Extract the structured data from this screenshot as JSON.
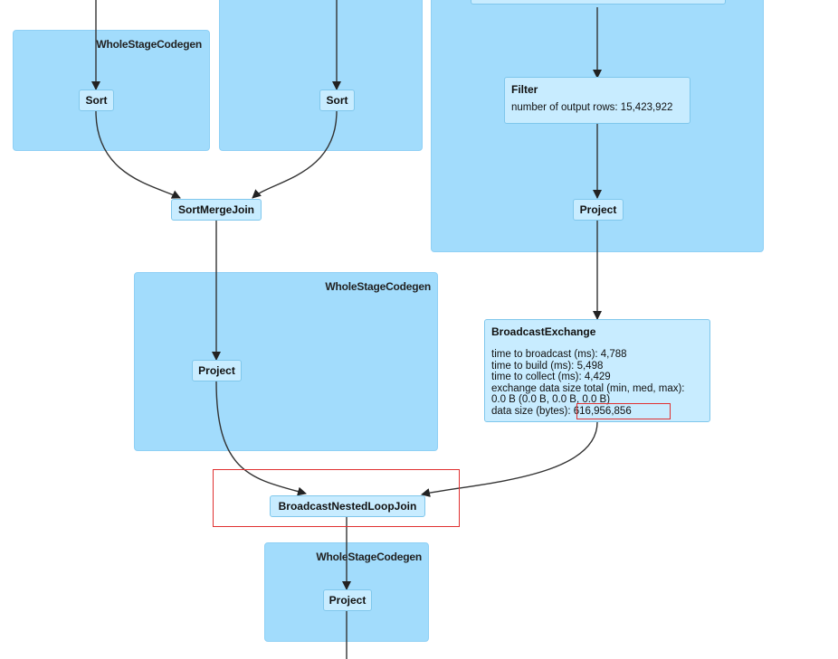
{
  "clusters": [
    {
      "label": "WholeStageCodegen"
    },
    {
      "label": "WholeStageCodegen"
    },
    {
      "label": "WholeStageCodegen"
    }
  ],
  "nodes": {
    "sort_left": "Sort",
    "sort_right": "Sort",
    "sort_merge_join": "SortMergeJoin",
    "project_middle": "Project",
    "filter": {
      "title": "Filter",
      "metrics": [
        "number of output rows: 15,423,922"
      ]
    },
    "project_right": "Project",
    "broadcast_exchange": {
      "title": "BroadcastExchange",
      "metrics": [
        "time to broadcast (ms): 4,788",
        "time to build (ms): 5,498",
        "time to collect (ms): 4,429",
        "exchange data size total (min, med, max):",
        "0.0 B (0.0 B, 0.0 B, 0.0 B)",
        "data size (bytes): 616,956,856"
      ]
    },
    "broadcast_nested_loop_join": "BroadcastNestedLoopJoin",
    "project_bottom": "Project"
  },
  "colors": {
    "cluster_fill": "#a2dcfc",
    "node_fill": "#c8ecff",
    "highlight": "#e03030",
    "edge": "#333333"
  }
}
